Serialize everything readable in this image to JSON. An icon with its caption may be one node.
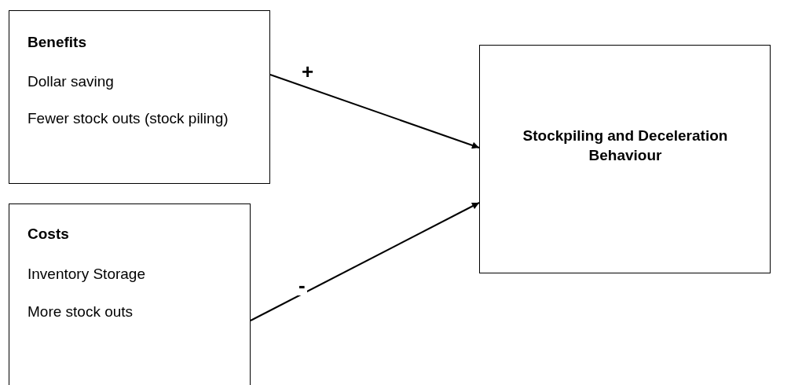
{
  "diagram": {
    "nodes": [
      {
        "text": [
          "Benefits",
          "Dollar saving",
          "Fewer stock outs (stock piling)"
        ]
      },
      {
        "text": [
          "Costs",
          "Inventory Storage",
          "More stock outs"
        ]
      },
      {
        "text": [
          "Stockpiling and Deceleration Behaviour"
        ]
      }
    ],
    "edges": [
      {
        "from": 0,
        "to": 2,
        "arrow": "to",
        "label": "+"
      },
      {
        "from": 1,
        "to": 2,
        "arrow": "to",
        "label": "-"
      }
    ]
  }
}
